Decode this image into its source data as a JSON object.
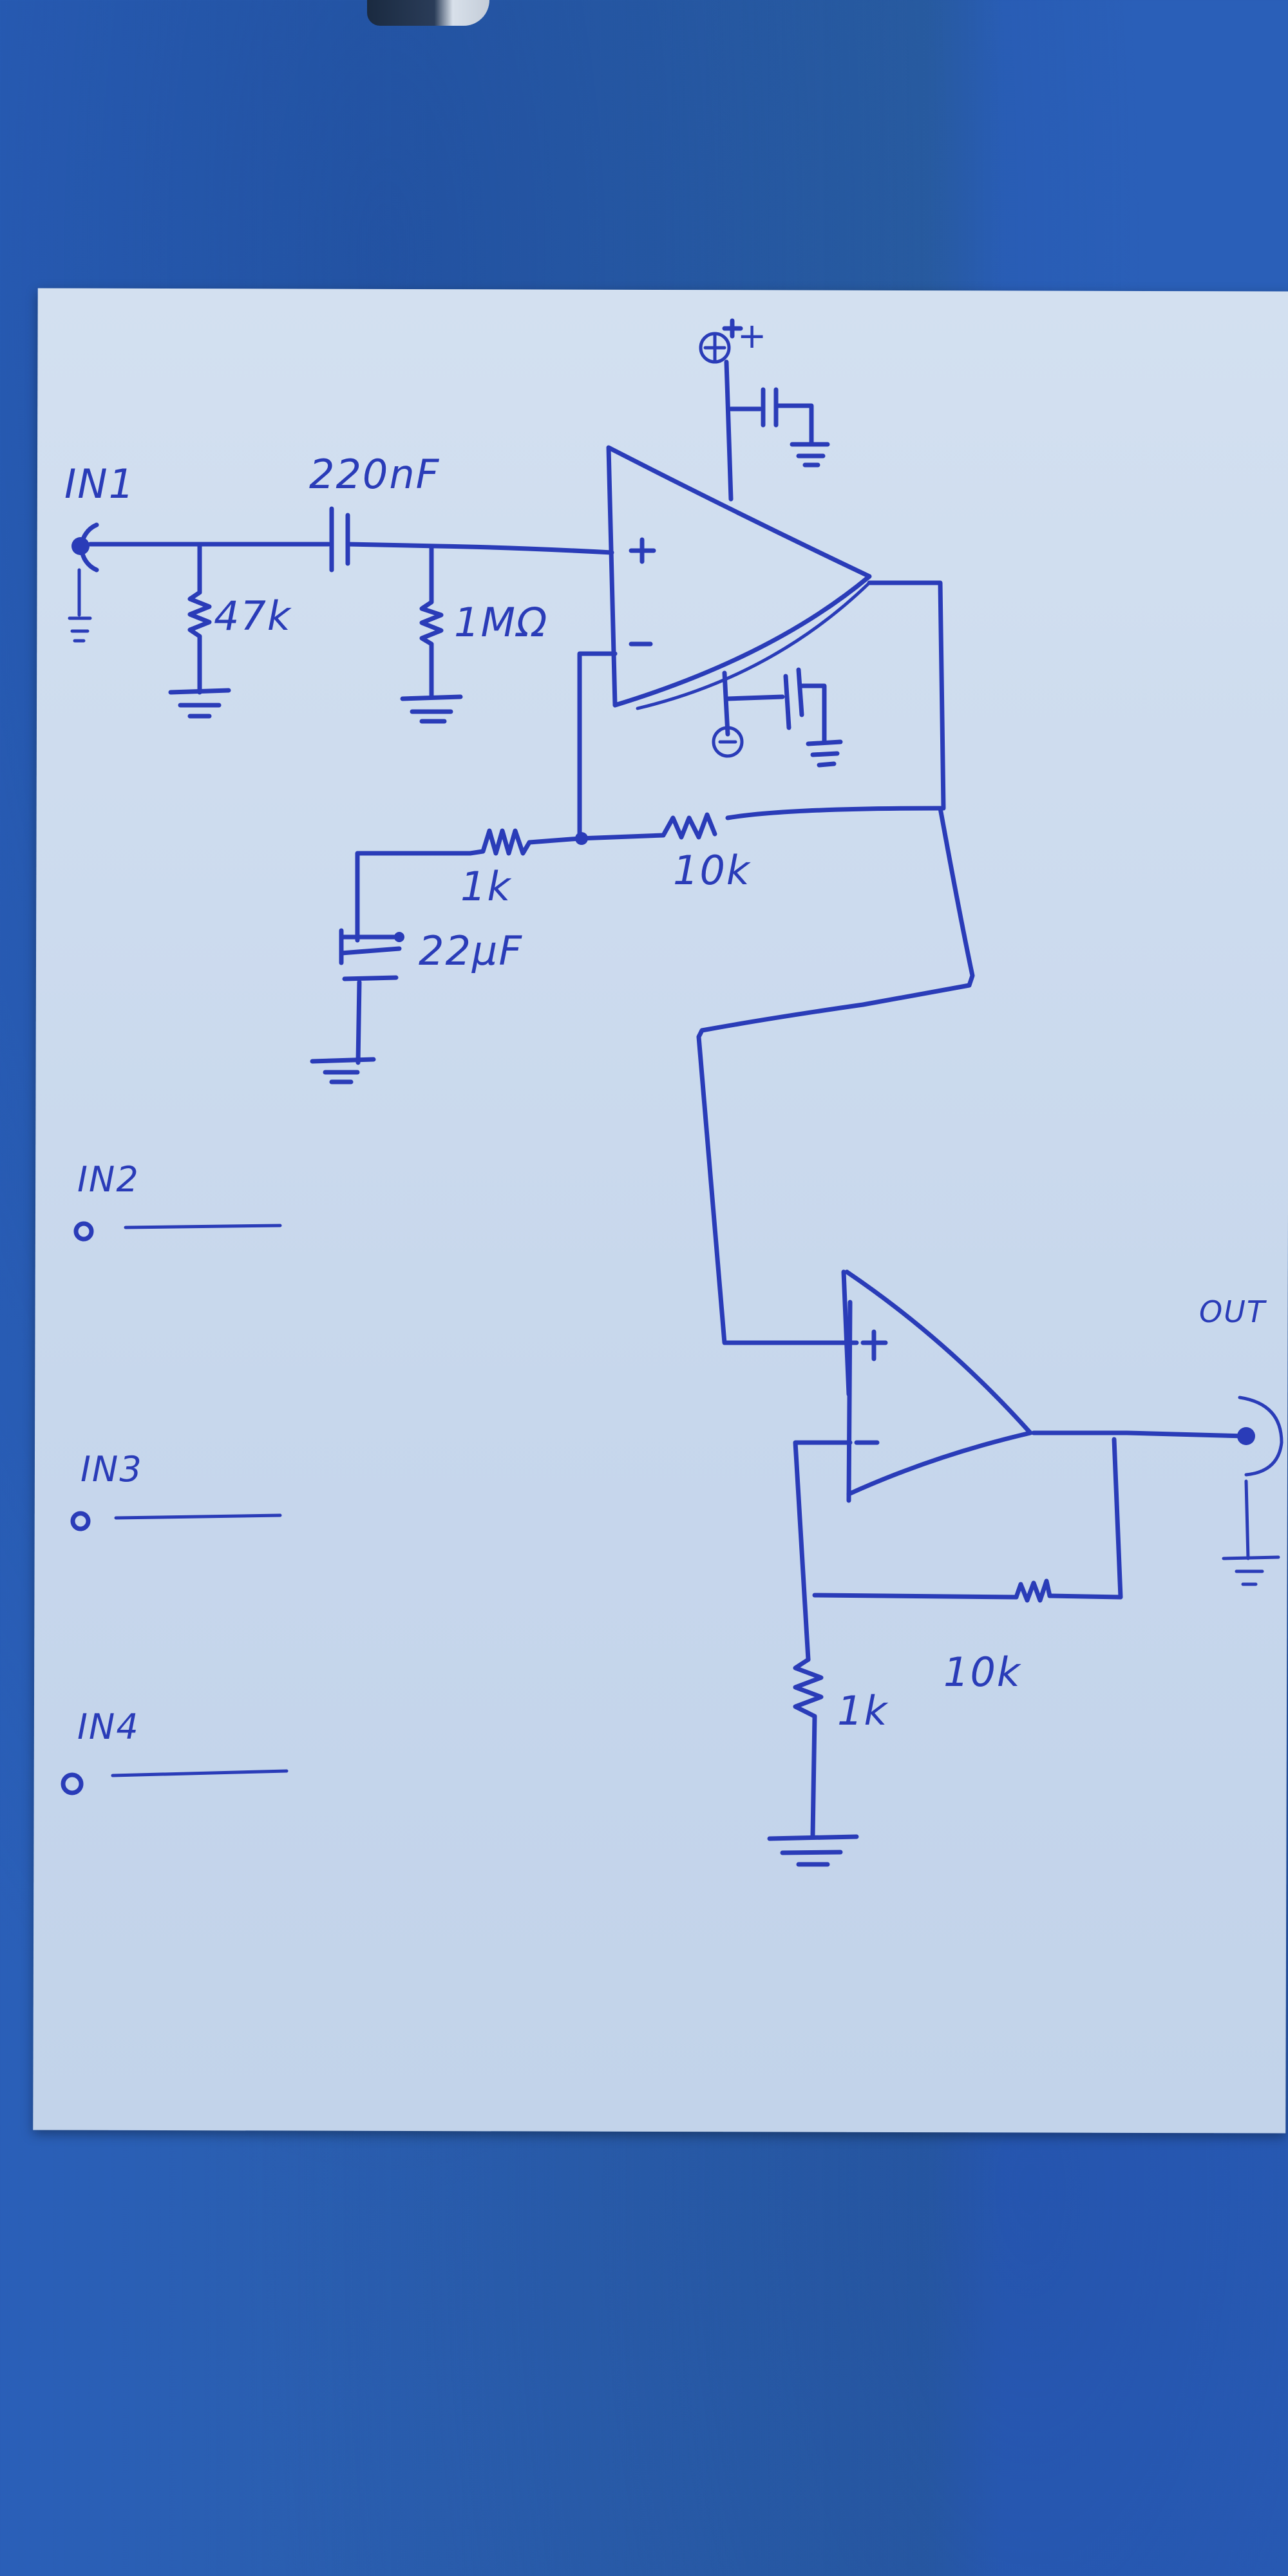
{
  "title": "Hand-drawn op-amp preamplifier schematic on paper",
  "colors": {
    "ink": "#2a3cb8",
    "paper": "#c9d9ee",
    "background": "#2a5fb8"
  },
  "inputs": [
    {
      "label": "IN1",
      "connected": true
    },
    {
      "label": "IN2",
      "connected": false
    },
    {
      "label": "IN3",
      "connected": false
    },
    {
      "label": "IN4",
      "connected": false
    }
  ],
  "output": {
    "label": "OUT"
  },
  "supply": {
    "label": "+"
  },
  "stage1": {
    "input_shunt_resistor": "47k",
    "coupling_capacitor": "220nF",
    "bias_resistor": "1MΩ",
    "opamp_plus": "+",
    "opamp_minus": "−",
    "gain_resistor": "1k",
    "gain_capacitor": "22µF",
    "feedback_resistor": "10k"
  },
  "stage2": {
    "opamp_plus": "+",
    "opamp_minus": "−",
    "ground_resistor": "1k",
    "feedback_resistor": "10k"
  }
}
